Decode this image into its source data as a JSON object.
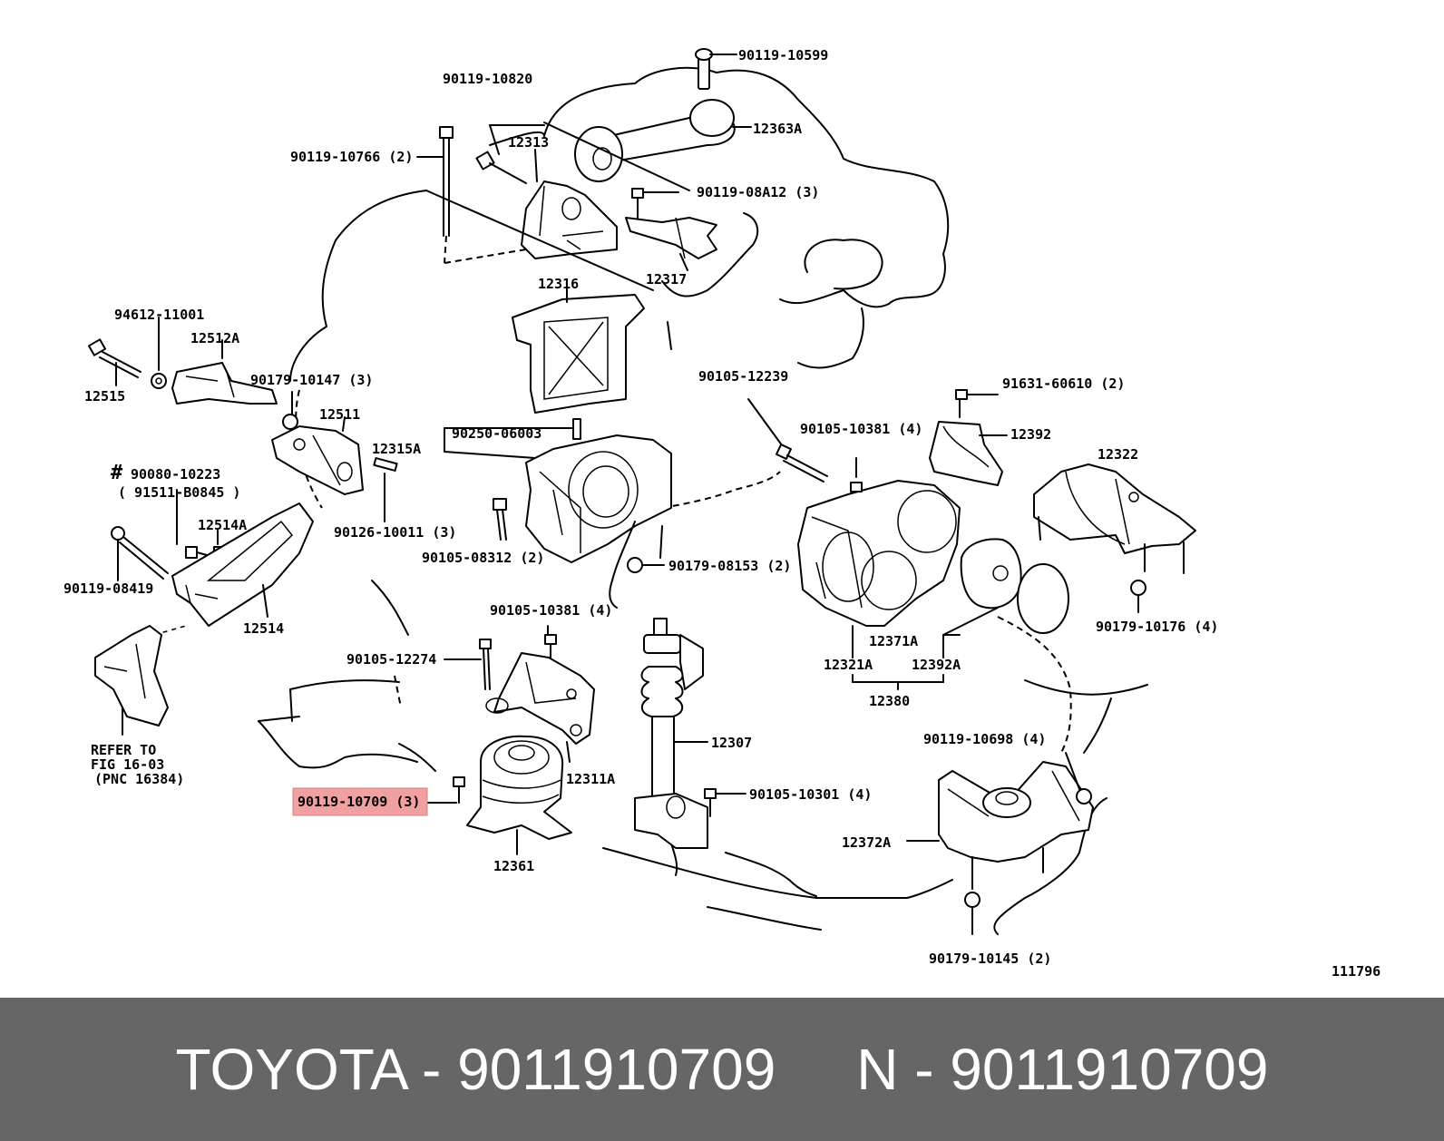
{
  "diagram": {
    "figure_number": "111796",
    "highlight_color": "#f0a0a0",
    "labels": {
      "p90119_10599": "90119-10599",
      "p90119_10820": "90119-10820",
      "p12363A": "12363A",
      "p12313": "12313",
      "p90119_10766": "90119-10766 (2)",
      "p90119_08A12": "90119-08A12 (3)",
      "p12317": "12317",
      "p12316": "12316",
      "p94612_11001": "94612-11001",
      "p12512A": "12512A",
      "p12515": "12515",
      "p90179_10147": "90179-10147 (3)",
      "p12511": "12511",
      "p90105_12239": "90105-12239",
      "p91631_60610": "91631-60610 (2)",
      "p90250_06003": "90250-06003",
      "p12315A": "12315A",
      "p90105_10381_a": "90105-10381 (4)",
      "p12392": "12392",
      "p12322": "12322",
      "p90080_10223": "90080-10223",
      "p91511_B0845": "( 91511-B0845  )",
      "hash_mark": "#",
      "p12514A": "12514A",
      "p90126_10011": "90126-10011 (3)",
      "p90105_08312": "90105-08312 (2)",
      "p90179_08153": "90179-08153 (2)",
      "p90119_08419": "90119-08419",
      "p12514": "12514",
      "p90105_10381_b": "90105-10381 (4)",
      "p90179_10176": "90179-10176 (4)",
      "p12371A": "12371A",
      "p90105_12274": "90105-12274",
      "p12321A": "12321A",
      "p12392A": "12392A",
      "p12380": "12380",
      "refer_to": "REFER TO",
      "fig_16_03": "FIG 16-03",
      "pnc_16384": "(PNC 16384)",
      "p12307": "12307",
      "p90119_10698": "90119-10698 (4)",
      "p12311A": "12311A",
      "p90119_10709": "90119-10709 (3)",
      "p90105_10301": "90105-10301 (4)",
      "p12372A": "12372A",
      "p12361": "12361",
      "p90179_10145": "90179-10145 (2)"
    }
  },
  "footer": {
    "brand": "TOYOTA",
    "separator": "-",
    "part_number": "9011910709",
    "brand2": "N",
    "part_number2": "9011910709",
    "background_color": "#666666"
  }
}
